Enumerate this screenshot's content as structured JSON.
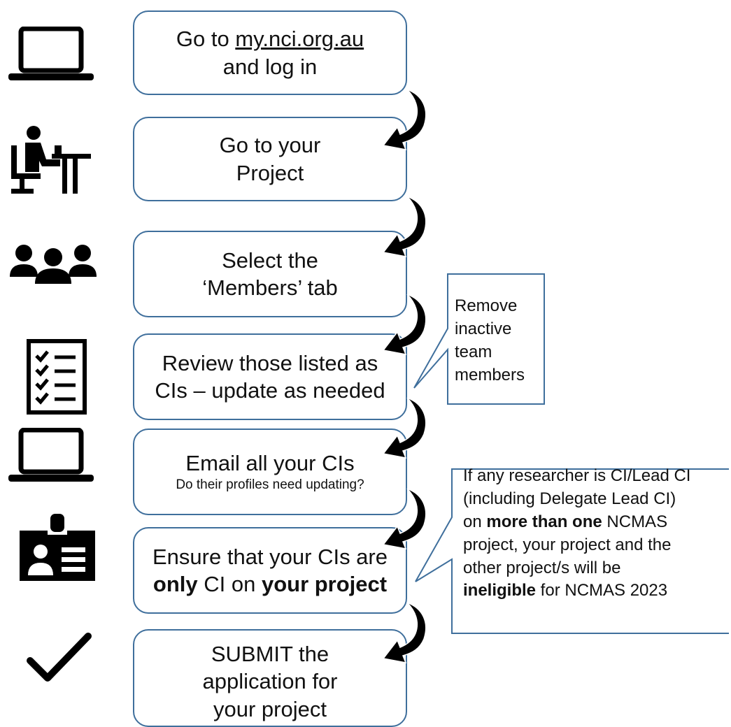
{
  "steps": [
    {
      "line1_prefix": "Go to ",
      "link": "my.nci.org.au",
      "line2": "and log in"
    },
    {
      "line1": "Go to your",
      "line2": "Project"
    },
    {
      "line1": "Select the",
      "line2": "‘Members’ tab"
    },
    {
      "line1": "Review those listed as",
      "line2": "CIs – update as needed"
    },
    {
      "line1": "Email all your CIs",
      "sub": "Do their profiles need updating?"
    },
    {
      "line1": "Ensure that your CIs are",
      "bold_a": "only",
      "mid": " CI on ",
      "bold_b": "your project"
    },
    {
      "line1": "SUBMIT the",
      "line2": "application for",
      "line3": "your project"
    }
  ],
  "callouts": {
    "remove": {
      "lines": [
        "Remove",
        "inactive",
        "team",
        "members"
      ]
    },
    "eligibility": {
      "l1": "If any researcher is CI/Lead CI",
      "l2": "(including Delegate Lead CI)",
      "l3_pre": "on ",
      "l3_bold": "more than one",
      "l3_post": " NCMAS",
      "l4": "project, your project and the",
      "l5": "other project/s will be",
      "l6_bold": "ineligible",
      "l6_post": " for NCMAS 2023"
    }
  },
  "colors": {
    "box_border": "#3f6f9c",
    "icon": "#000000",
    "arrow": "#000000"
  },
  "icons": [
    "laptop-icon",
    "person-at-desk-icon",
    "group-icon",
    "checklist-icon",
    "laptop-icon",
    "id-badge-icon",
    "checkmark-icon"
  ]
}
